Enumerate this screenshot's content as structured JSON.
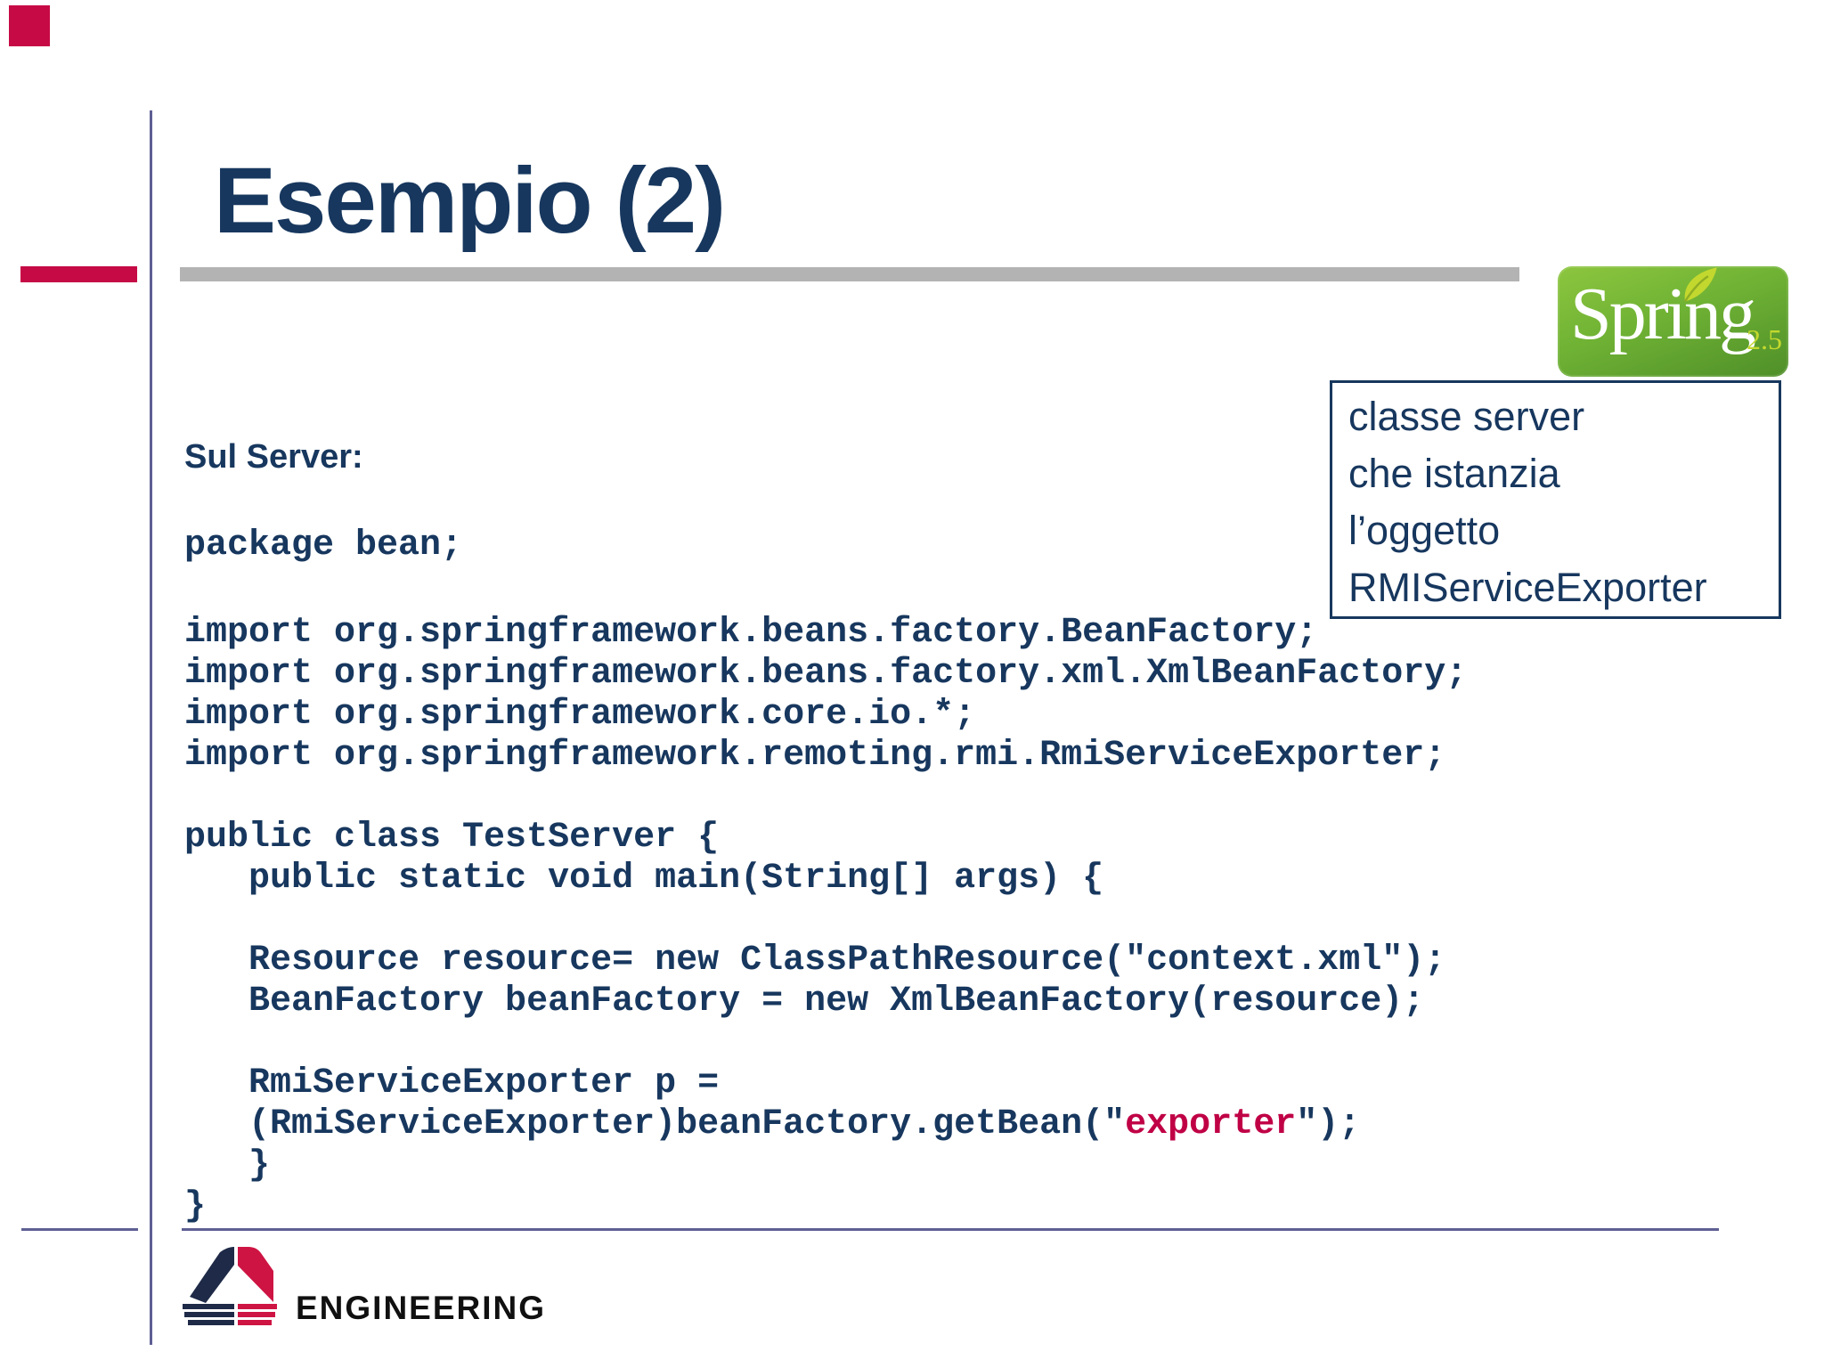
{
  "slide": {
    "title": "Esempio (2)",
    "section_label": "Sul Server:",
    "code": {
      "package_line": "package bean;",
      "lines": [
        "import org.springframework.beans.factory.BeanFactory;",
        "import org.springframework.beans.factory.xml.XmlBeanFactory;",
        "import org.springframework.core.io.*;",
        "import org.springframework.remoting.rmi.RmiServiceExporter;",
        "",
        "public class TestServer {",
        "   public static void main(String[] args) {",
        "",
        "   Resource resource= new ClassPathResource(\"context.xml\");",
        "   BeanFactory beanFactory = new XmlBeanFactory(resource);",
        "",
        "   RmiServiceExporter p =",
        {
          "pre": "   (RmiServiceExporter)beanFactory.getBean(\"",
          "red": "exporter",
          "post": "\");"
        },
        "   }",
        "}"
      ],
      "highlight": "exporter"
    },
    "callout": {
      "lines": [
        "classe server",
        "che istanzia",
        "l’oggetto",
        "RMIServiceExporter"
      ]
    },
    "spring_logo": {
      "name": "Spring",
      "version": "2.5"
    },
    "footer": {
      "company": "ENGINEERING"
    },
    "colors": {
      "title_navy": "#17375E",
      "code_navy": "#17375E",
      "accent_crimson": "#C60A46",
      "code_highlight_red": "#C00045",
      "divider_gray": "#B3B3B3",
      "line_slate": "#5F5F94",
      "spring_green_light": "#8DC63F",
      "spring_green_dark": "#4F8F29",
      "spring_version_yellow": "#C3D82E",
      "engineering_navy": "#1E2A47",
      "engineering_red": "#CE1443"
    }
  }
}
